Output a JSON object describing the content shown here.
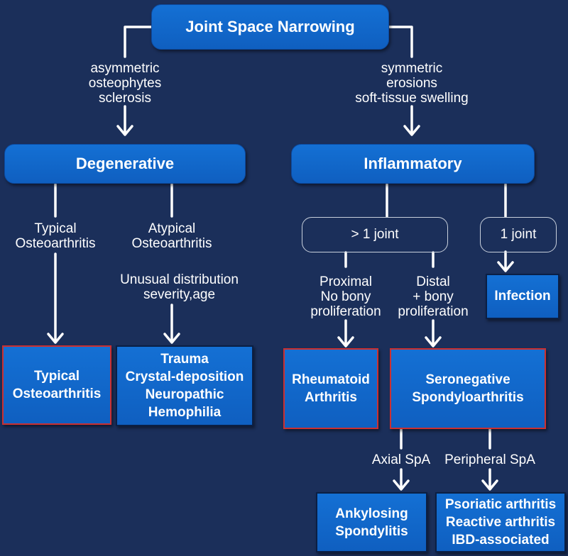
{
  "nodes": {
    "root": "Joint Space Narrowing",
    "degenerative": "Degenerative",
    "inflammatory": "Inflammatory",
    "more_than_one_joint": "> 1 joint",
    "one_joint": "1 joint",
    "infection": "Infection",
    "typical_oa": "Typical\nOsteoarthritis",
    "atypical_causes": "Trauma\nCrystal-deposition\nNeuropathic\nHemophilia",
    "rheumatoid": "Rheumatoid\nArthritis",
    "seronegative": "Seronegative\nSpondyloarthritis",
    "ankylosing": "Ankylosing\nSpondylitis",
    "peripheral_types": "Psoriatic arthritis\nReactive arthritis\nIBD-associated"
  },
  "labels": {
    "asymmetric": "asymmetric\nosteophytes\nsclerosis",
    "symmetric": "symmetric\nerosions\nsoft-tissue swelling",
    "typical": "Typical\nOsteoarthritis",
    "atypical": "Atypical\nOsteoarthritis",
    "unusual": "Unusual distribution\nseverity,age",
    "proximal": "Proximal\nNo bony\nproliferation",
    "distal": "Distal\n+ bony\nproliferation",
    "axial": "Axial SpA",
    "peripheral": "Peripheral SpA"
  }
}
